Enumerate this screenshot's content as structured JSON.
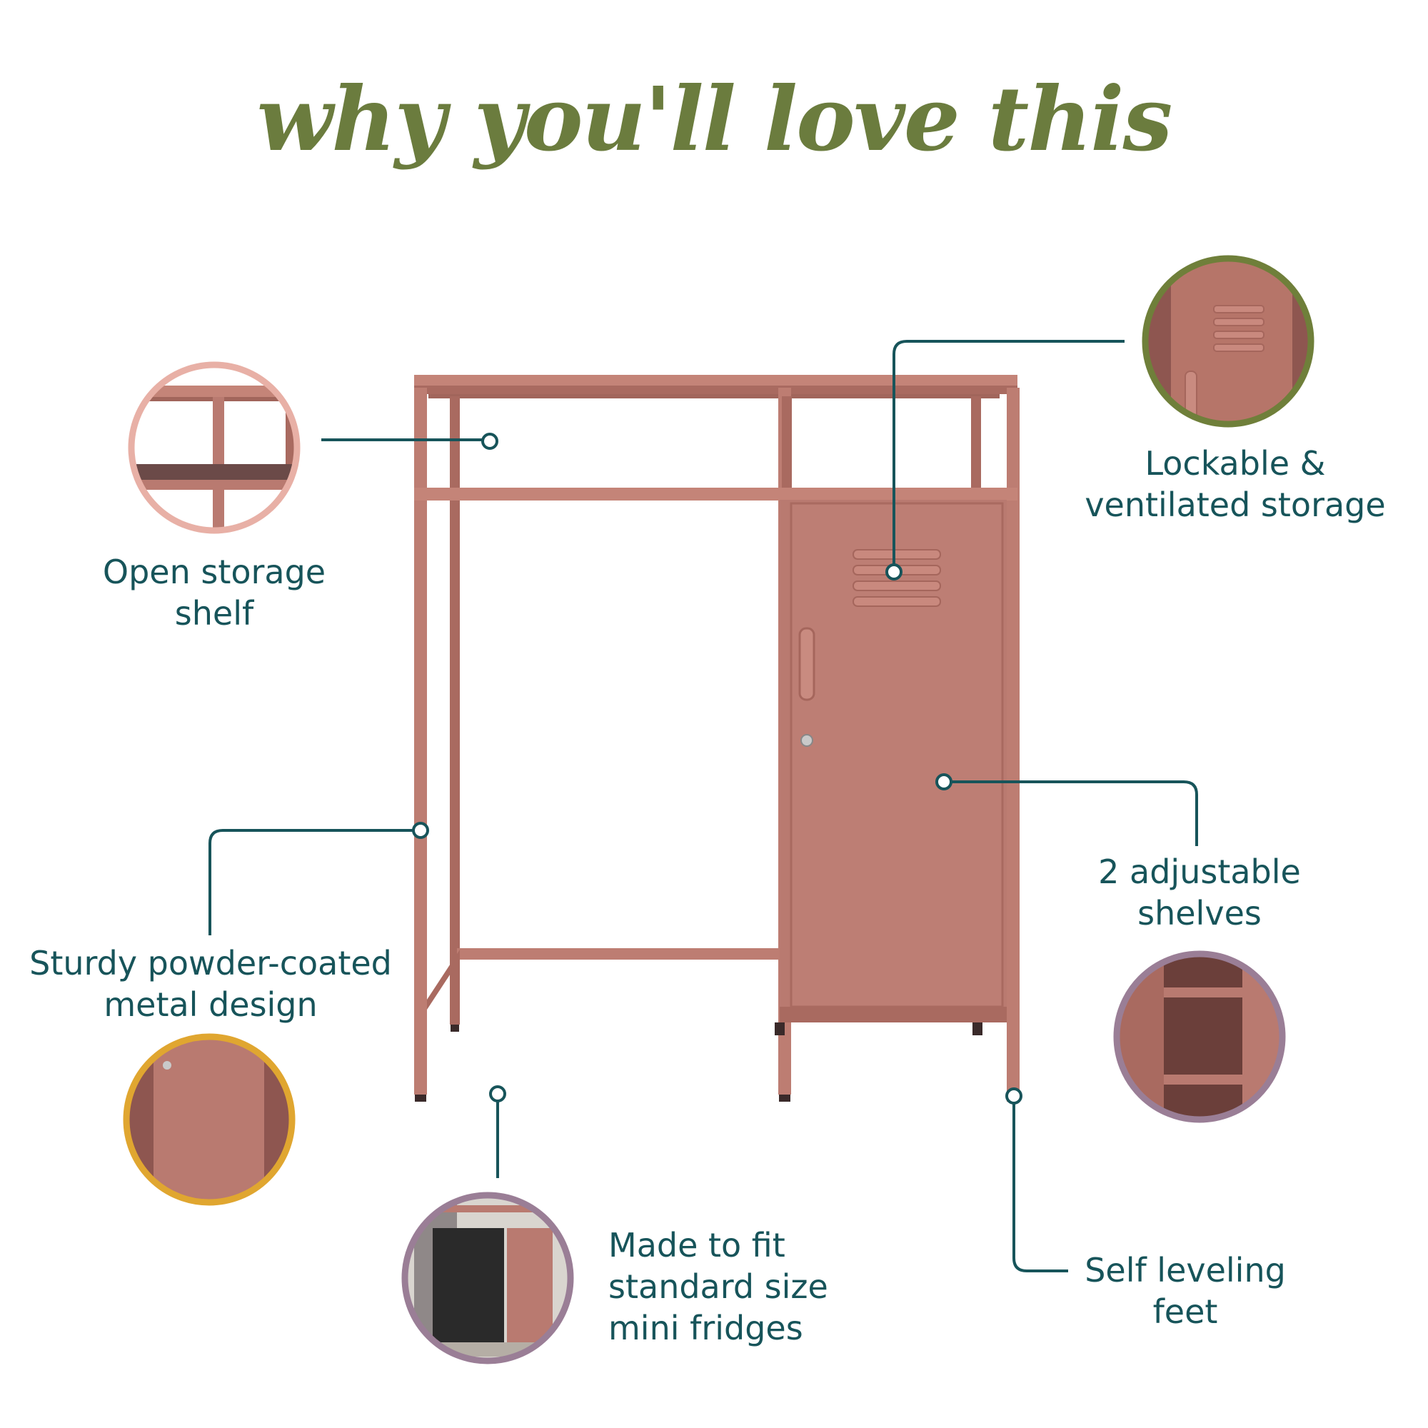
{
  "title": "why you'll love this",
  "colors": {
    "title": "#6b7c3e",
    "label_text": "#17545a",
    "connector": "#17545a",
    "cabinet": "#b97a70",
    "ring_open_shelf": "#e8b0a6",
    "ring_lockable": "#6f7f3a",
    "ring_metal": "#e0a630",
    "ring_fridge": "#9a7e96",
    "ring_shelves": "#9a7e96"
  },
  "features": {
    "open_shelf": {
      "line1": "Open storage",
      "line2": "shelf"
    },
    "lockable": {
      "line1": "Lockable &",
      "line2": "ventilated storage"
    },
    "metal": {
      "line1": "Sturdy powder-coated",
      "line2": "metal design"
    },
    "shelves": {
      "line1": "2 adjustable",
      "line2": "shelves"
    },
    "fridge": {
      "line1": "Made to fit",
      "line2": "standard size",
      "line3": "mini fridges"
    },
    "feet": {
      "line1": "Self leveling",
      "line2": "feet"
    }
  }
}
